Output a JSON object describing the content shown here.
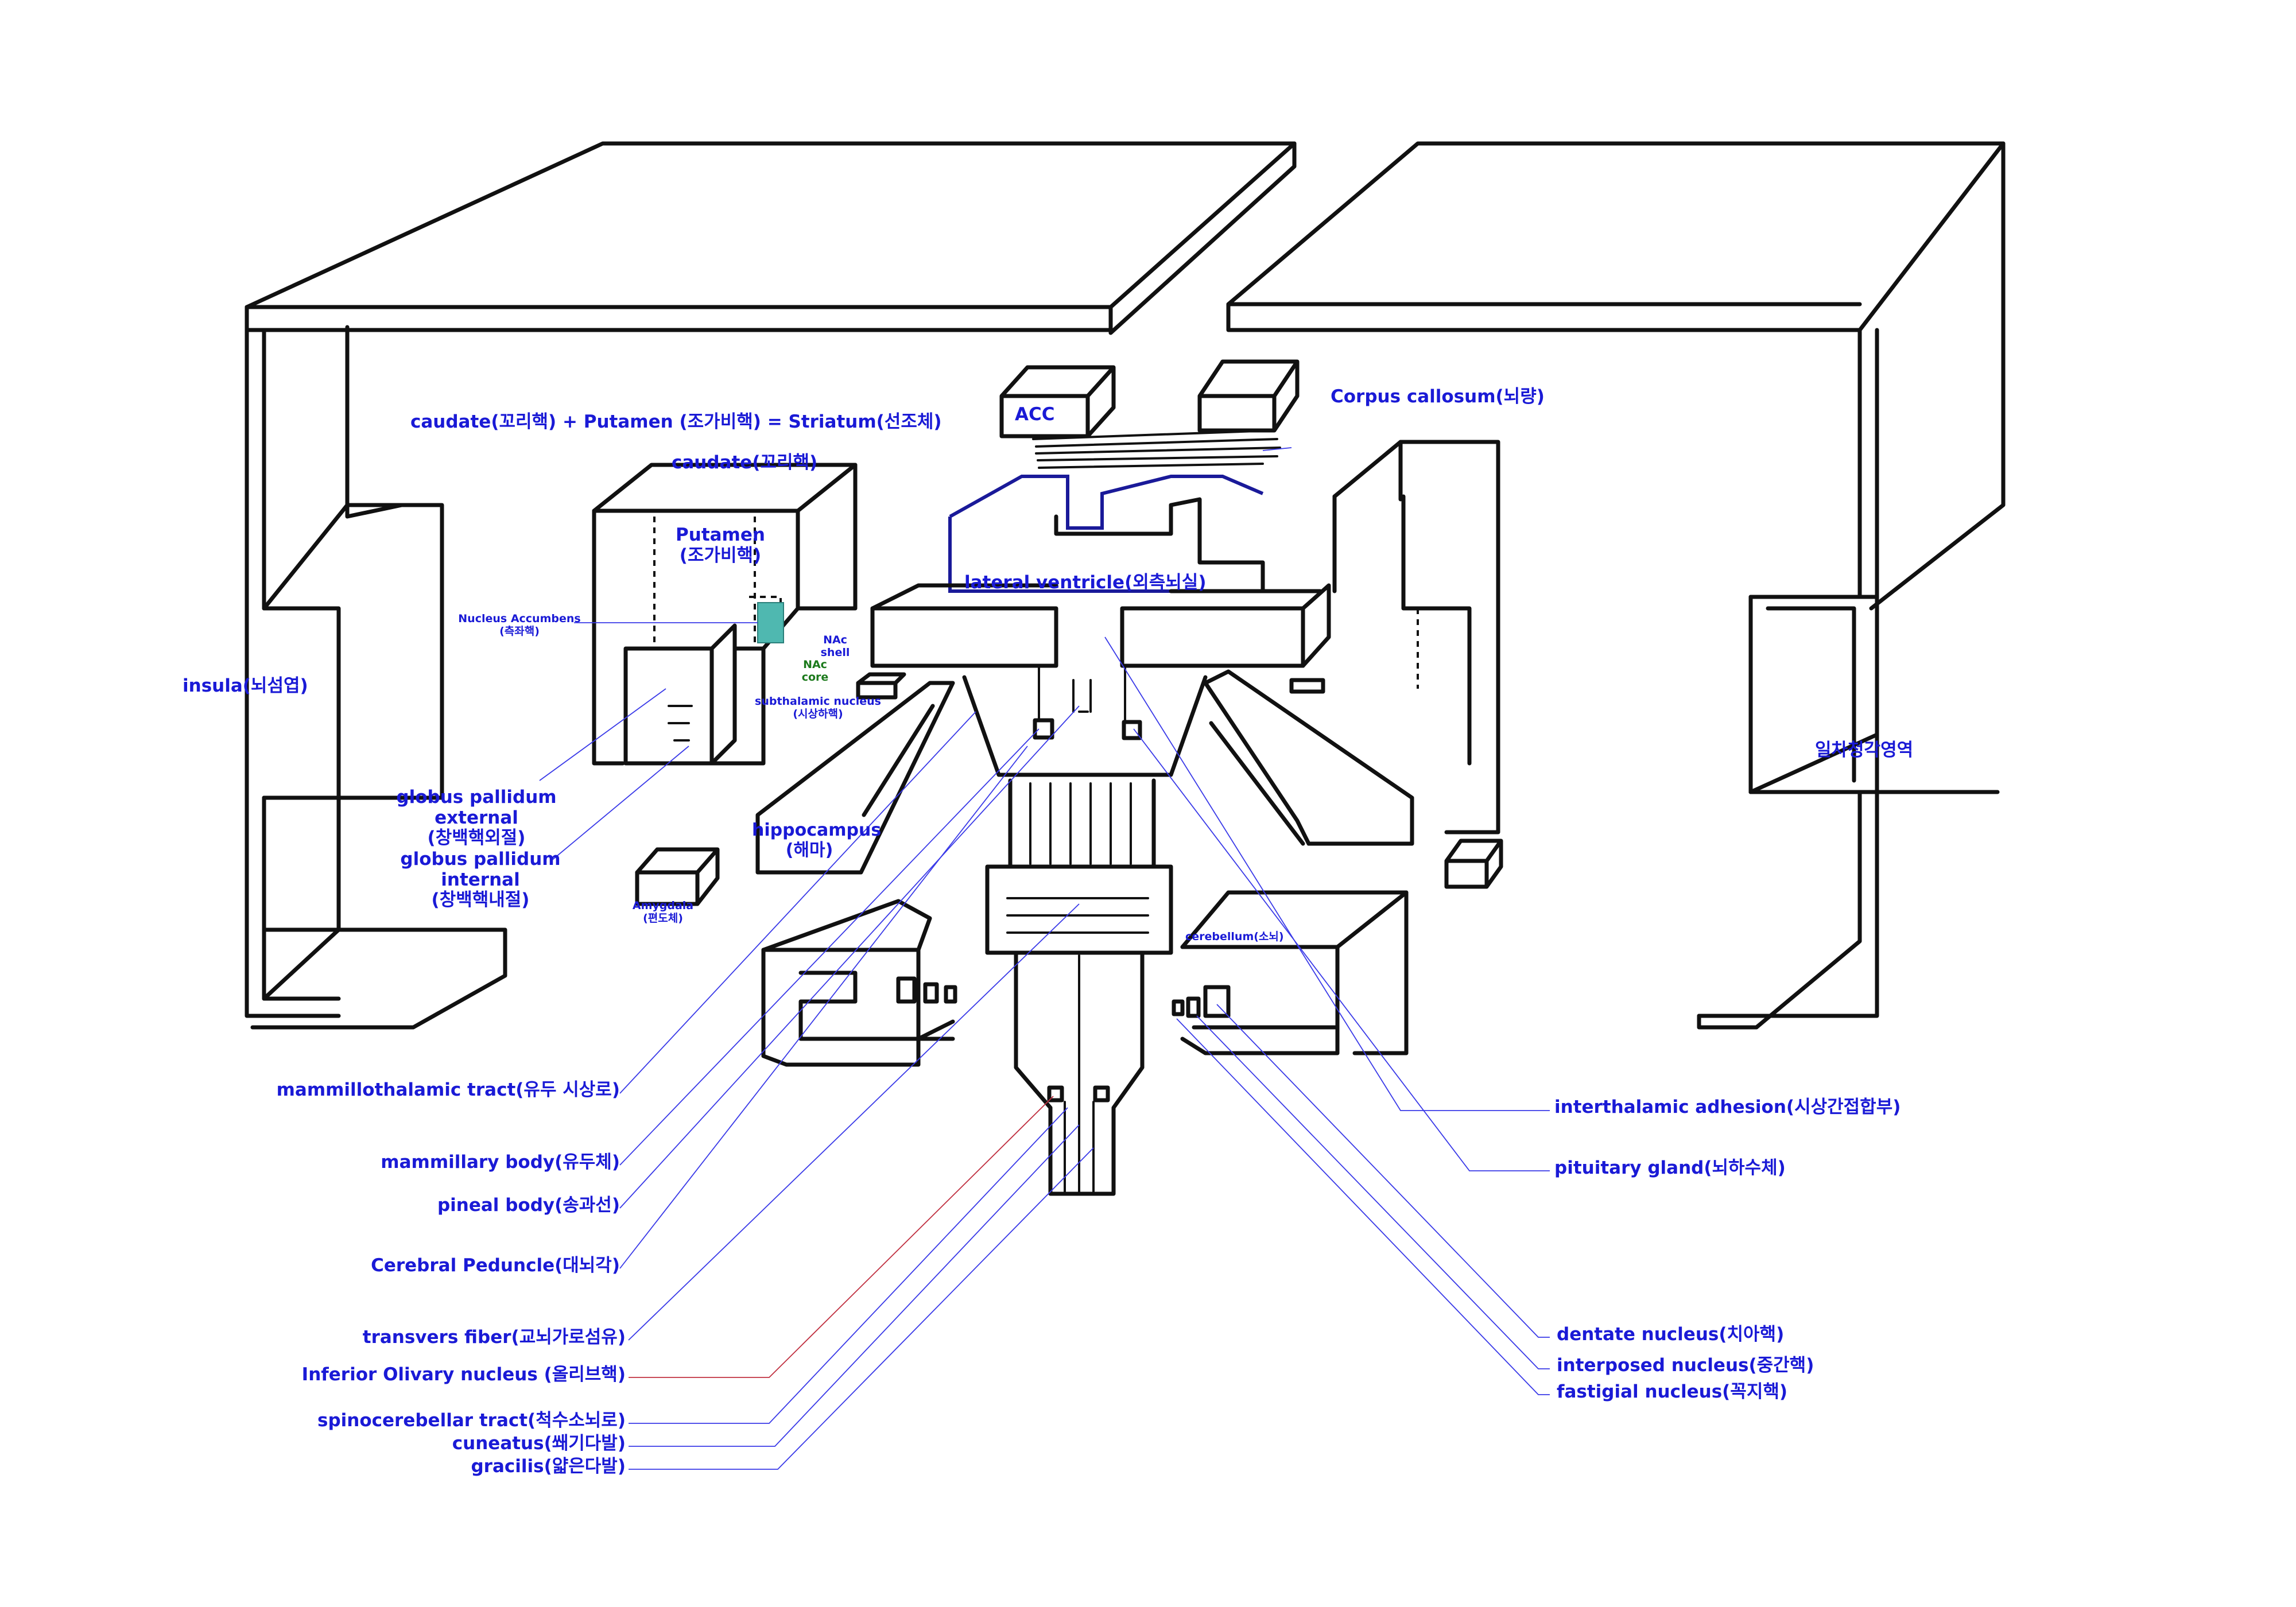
{
  "labels": {
    "striatum": "caudate(꼬리핵) + Putamen (조가비핵) = Striatum(선조체)",
    "acc": "ACC",
    "corpus_callosum": "Corpus callosum(뇌량)",
    "caudate": "caudate(꼬리핵)",
    "putamen_line1": "Putamen",
    "putamen_line2": "(조가비핵)",
    "nucleus_accumbens_line1": "Nucleus Accumbens",
    "nucleus_accumbens_line2": "(측좌핵)",
    "nac_shell_line1": "NAc",
    "nac_shell_line2": "shell",
    "nac_core_line1": "NAc",
    "nac_core_line2": "core",
    "subthalamic_line1": "subthalamic nucleus",
    "subthalamic_line2": "(시상하핵)",
    "lateral_ventricle": "lateral ventricle(외측뇌실)",
    "insula": "insula(뇌섬엽)",
    "primary_auditory": "일차청각영역",
    "gpe_line1": "globus pallidum",
    "gpe_line2": "external",
    "gpe_line3": "(창백핵외절)",
    "gpi_line1": "globus pallidum",
    "gpi_line2": "internal",
    "gpi_line3": "(창백핵내절)",
    "hippocampus_line1": "hippocampus",
    "hippocampus_line2": "(해마)",
    "amygdala_line1": "Amygdala",
    "amygdala_line2": "(편도체)",
    "cerebellum": "cerebellum(소뇌)",
    "mammillothalamic": "mammillothalamic tract(유두 시상로)",
    "mammillary": "mammillary body(유두체)",
    "pineal": "pineal body(송과선)",
    "cerebral_peduncle": "Cerebral Peduncle(대뇌각)",
    "transverse_fiber": "transvers fiber(교뇌가로섬유)",
    "inferior_olivary": "Inferior Olivary  nucleus (올리브핵)",
    "spinocerebellar": "spinocerebellar tract(척수소뇌로)",
    "cuneatus": "cuneatus(쐐기다발)",
    "gracilis": "gracilis(얇은다발)",
    "interthalamic": "interthalamic adhesion(시상간접합부)",
    "pituitary": "pituitary gland(뇌하수체)",
    "dentate": "dentate nucleus(치아핵)",
    "interposed": "interposed nucleus(중간핵)",
    "fastigial": "fastigial nucleus(꼭지핵)"
  },
  "colors": {
    "label_text": "#1a1ad6",
    "nac_core_text": "#1c7a1c",
    "outline": "#111111",
    "leader_line": "#3a3ae8",
    "olivary_leader": "#c03040",
    "background": "#ffffff"
  }
}
